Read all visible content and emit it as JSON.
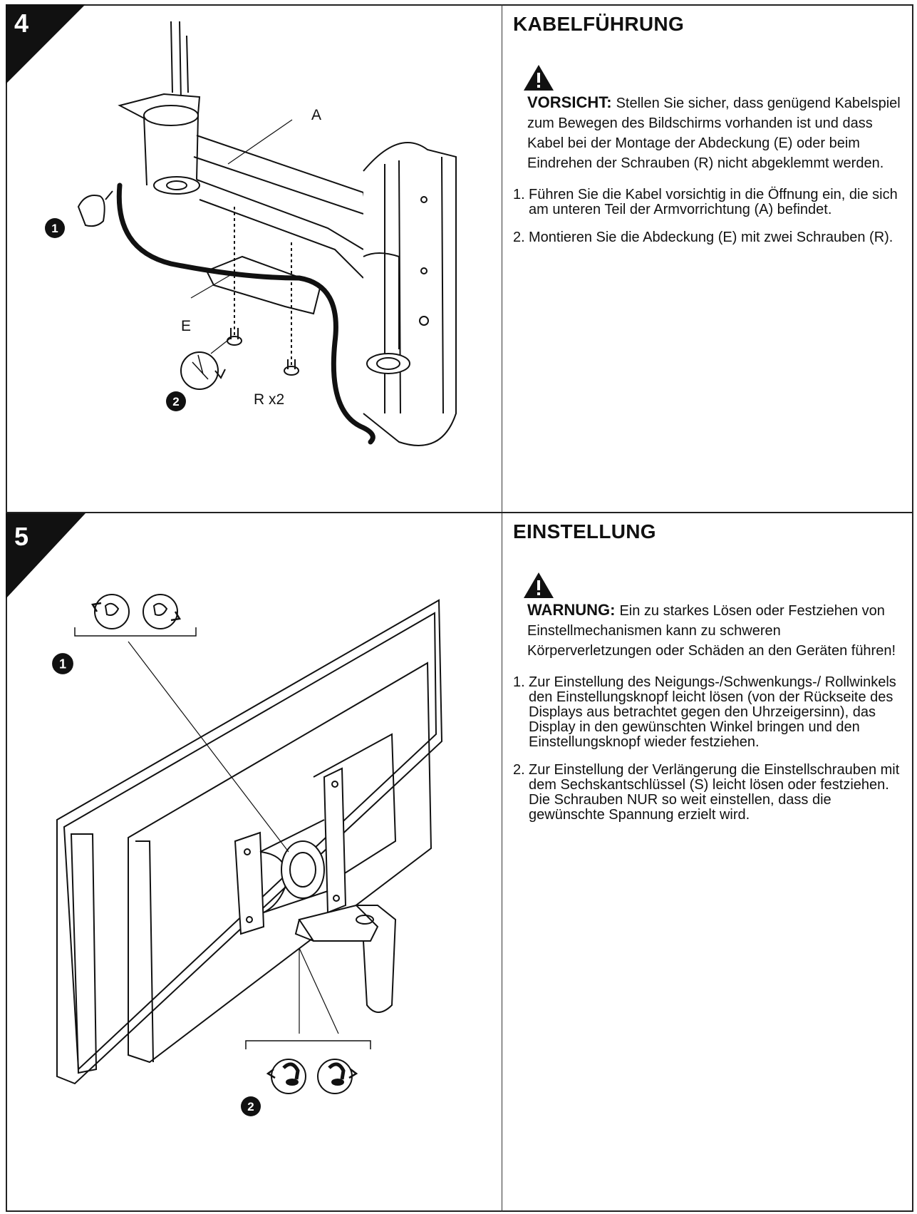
{
  "step4": {
    "number": "4",
    "title": "KABELFÜHRUNG",
    "caution_lead": "VORSICHT:",
    "caution_text": "Stellen Sie sicher, dass genügend Kabelspiel zum Bewegen des Bildschirms vorhanden ist und dass Kabel bei der Montage der Abdeckung (E) oder beim Eindrehen der Schrauben (R) nicht abgeklemmt werden.",
    "steps": [
      {
        "n": "1.",
        "text": "Führen Sie die Kabel vorsichtig in die Öffnung ein, die sich am unteren Teil der Armvorrichtung (A) befindet."
      },
      {
        "n": "2.",
        "text": "Montieren Sie die Abdeckung (E) mit zwei Schrauben (R)."
      }
    ],
    "labels": {
      "a": "A",
      "e": "E",
      "r": "R x2",
      "badge1": "1",
      "badge2": "2"
    }
  },
  "step5": {
    "number": "5",
    "title": "EINSTELLUNG",
    "caution_lead": "WARNUNG:",
    "caution_text": "Ein zu starkes Lösen oder Festziehen von Einstellmechanismen kann zu schweren Körperverletzungen oder Schäden an den Geräten führen!",
    "steps": [
      {
        "n": "1.",
        "text": "Zur Einstellung des Neigungs-/Schwenkungs-/ Rollwinkels den Einstellungsknopf leicht lösen (von der Rückseite des Displays aus betrachtet gegen den Uhrzeigersinn), das Display in den gewünschten Winkel bringen und den Einstellungsknopf wieder festziehen."
      },
      {
        "n": "2.",
        "text": "Zur Einstellung der Verlängerung die Einstellschrauben mit dem Sechskantschlüssel (S) leicht lösen oder festziehen. Die Schrauben NUR so weit einstellen, dass die gewünschte Spannung erzielt wird."
      }
    ],
    "labels": {
      "badge1": "1",
      "badge2": "2"
    }
  }
}
